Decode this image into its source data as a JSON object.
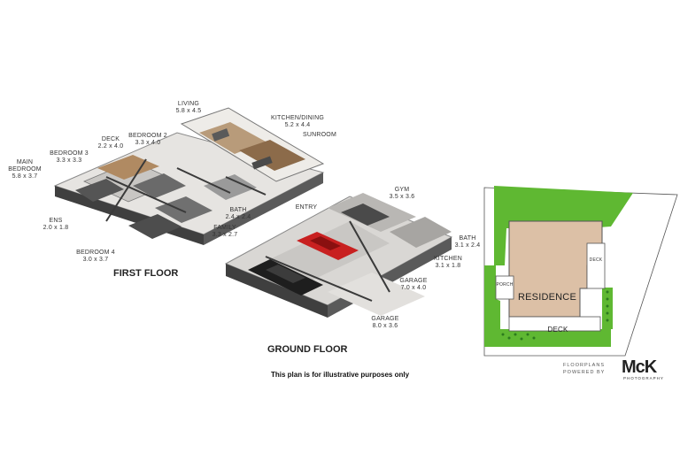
{
  "first_floor": {
    "title": "FIRST FLOOR",
    "rooms": [
      {
        "name": "LIVING",
        "size": "5.8 x 4.5"
      },
      {
        "name": "KITCHEN/DINING",
        "size": "5.2 x 4.4"
      },
      {
        "name": "SUNROOM",
        "size": ""
      },
      {
        "name": "DECK",
        "size": "2.2 x 4.0"
      },
      {
        "name": "BEDROOM 2",
        "size": "3.3 x 4.0"
      },
      {
        "name": "BEDROOM 3",
        "size": "3.3 x 3.3"
      },
      {
        "name": "MAIN",
        "size": ""
      },
      {
        "name": "BEDROOM",
        "size": "5.8 x 3.7"
      },
      {
        "name": "ENS",
        "size": "2.0 x 1.8"
      },
      {
        "name": "BATH",
        "size": "2.4 x 2.4"
      },
      {
        "name": "FAMILY",
        "size": "3.3 x 2.7"
      },
      {
        "name": "BEDROOM 4",
        "size": "3.0 x 3.7"
      },
      {
        "name": "ENTRY",
        "size": ""
      }
    ]
  },
  "ground_floor": {
    "title": "GROUND FLOOR",
    "rooms": [
      {
        "name": "GYM",
        "size": "3.5 x 3.6"
      },
      {
        "name": "BATH",
        "size": "3.1 x 2.4"
      },
      {
        "name": "KITCHEN",
        "size": "3.1 x 1.8"
      },
      {
        "name": "GARAGE",
        "size": "7.0 x 4.0"
      },
      {
        "name": "GARAGE",
        "size": "8.0 x 3.6"
      }
    ]
  },
  "site_plan": {
    "residence_label": "RESIDENCE",
    "deck_bottom_label": "DECK",
    "deck_side_label": "DECK",
    "porch_label": "PORCH",
    "colors": {
      "lawn": "#5fb832",
      "house": "#dcc0a6",
      "outline": "#555555"
    }
  },
  "disclaimer": "This plan is for illustrative purposes only",
  "logo": {
    "line1": "FLOORPLANS",
    "line2": "POWERED BY",
    "brand": "McK",
    "sub": "PHOTOGRAPHY"
  }
}
